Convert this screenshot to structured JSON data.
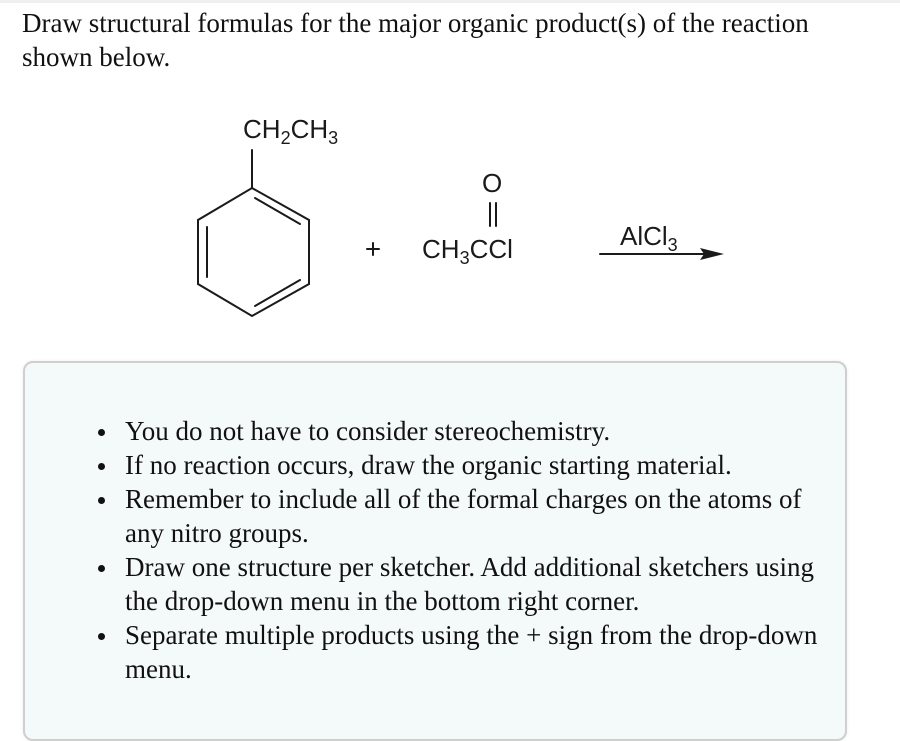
{
  "question": {
    "text": "Draw structural formulas for the major organic product(s) of the reaction shown below."
  },
  "reaction": {
    "reactant1": {
      "name": "ethylbenzene",
      "substituent_label_parts": [
        "CH",
        "2",
        "CH",
        "3"
      ]
    },
    "plus": "+",
    "reactant2": {
      "name": "acetyl chloride",
      "carbonyl_oxygen": "O",
      "formula_parts": [
        "CH",
        "3",
        "CCl"
      ]
    },
    "reagent": {
      "label_parts": [
        "AlCl",
        "3"
      ]
    }
  },
  "instructions": {
    "items": [
      "You do not have to consider stereochemistry.",
      "If no reaction occurs, draw the organic starting material.",
      "Remember to include all of the formal charges on the atoms of any nitro groups.",
      "Draw one structure per sketcher. Add additional sketchers using the drop-down menu in the bottom right corner.",
      "Separate multiple products using the + sign from the drop-down menu."
    ]
  },
  "colors": {
    "infobox_bg": "#f4f9fa",
    "infobox_border": "#cfcfcf",
    "text": "#111111"
  }
}
